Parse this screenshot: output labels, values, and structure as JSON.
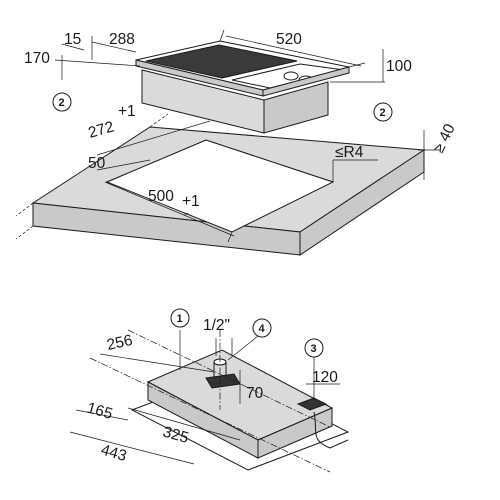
{
  "top_view": {
    "dims": {
      "front_depth": "15",
      "cooktop_depth": "288",
      "cooktop_width": "520",
      "overhang": "170",
      "height": "100",
      "cutout_depth": "272",
      "cutout_depth_tol": "+1",
      "cutout_depth_tol_minus": "-",
      "front_margin": "50",
      "cutout_width": "500",
      "cutout_width_tol": "+1",
      "cutout_width_tol_minus": "-",
      "corner_radius": "≤R4",
      "worktop_thickness": "≥ 40"
    },
    "callouts": [
      "2",
      "2"
    ]
  },
  "bottom_view": {
    "dims": {
      "gas_depth": "256",
      "pipe_size": "1/2\"",
      "pipe_height": "70",
      "cable_offset": "120",
      "left_offset": "165",
      "center_offset": "325",
      "total_width": "443"
    },
    "callouts": [
      "1",
      "4",
      "3"
    ]
  },
  "colors": {
    "line": "#1a1a1a",
    "worktop": "#dadada",
    "cooktop_glass": "#3a3a3a",
    "casing": "#d3d3d3"
  }
}
